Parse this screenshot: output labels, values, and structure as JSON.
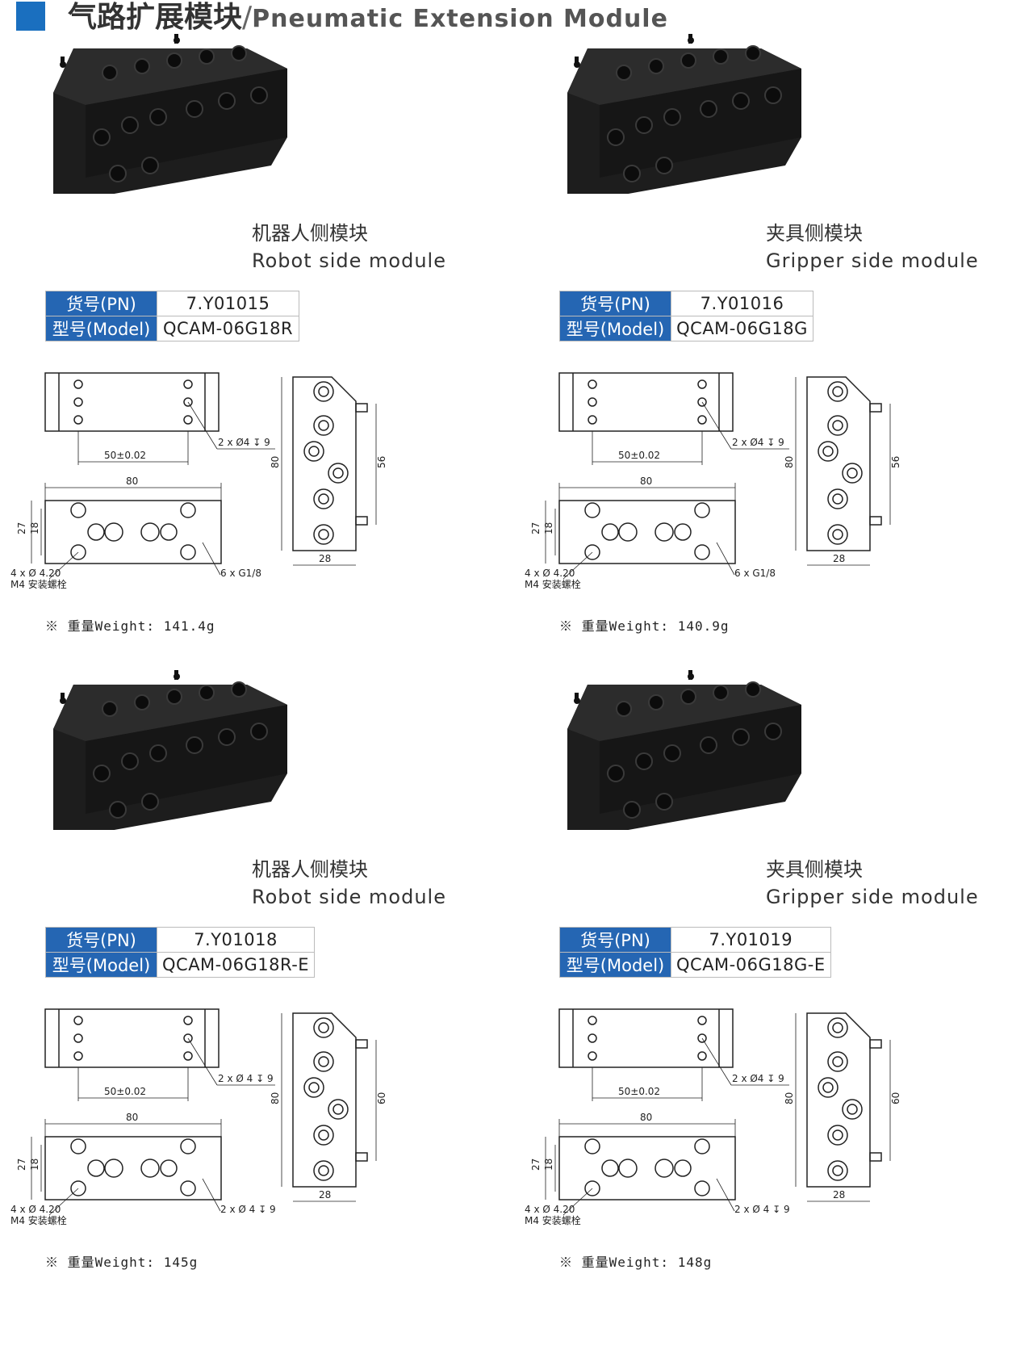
{
  "header": {
    "title_cn": "气路扩展模块",
    "separator": "/",
    "title_en": "Pneumatic Extension Module"
  },
  "labels": {
    "pn": "货号(PN)",
    "model": "型号(Model)",
    "weight_prefix": "※ 重量Weight: "
  },
  "modules": [
    {
      "name_cn": "机器人侧模块",
      "name_en": "Robot side module",
      "pn": "7.Y01015",
      "model": "QCAM-06G18R",
      "weight": "141.4g",
      "dims": {
        "length": "80",
        "spacing": "50±0.02",
        "hole": "2 x Ø4 ↧ 9",
        "height": "80",
        "pin_span": "56",
        "width": "28",
        "h27": "27",
        "h18": "18",
        "mount": "4 x Ø 4.20",
        "mount_note": "M4 安装螺栓",
        "ports": "6 x G1/8"
      }
    },
    {
      "name_cn": "夹具侧模块",
      "name_en": "Gripper side module",
      "pn": "7.Y01016",
      "model": "QCAM-06G18G",
      "weight": "140.9g",
      "dims": {
        "length": "80",
        "spacing": "50±0.02",
        "hole": "2 x Ø4 ↧ 9",
        "height": "80",
        "pin_span": "56",
        "width": "28",
        "h27": "27",
        "h18": "18",
        "mount": "4 x Ø 4.20",
        "mount_note": "M4 安装螺栓",
        "ports": "6 x G1/8"
      }
    },
    {
      "name_cn": "机器人侧模块",
      "name_en": "Robot side module",
      "pn": "7.Y01018",
      "model": "QCAM-06G18R-E",
      "weight": "145g",
      "dims": {
        "length": "80",
        "spacing": "50±0.02",
        "hole": "2 x Ø 4 ↧ 9",
        "height": "80",
        "pin_span": "60",
        "width": "28",
        "h27": "27",
        "h18": "18",
        "mount": "4 x Ø 4.20",
        "mount_note": "M4 安装螺栓",
        "side_hole": "2 x Ø 4 ↧ 9"
      }
    },
    {
      "name_cn": "夹具侧模块",
      "name_en": "Gripper side module",
      "pn": "7.Y01019",
      "model": "QCAM-06G18G-E",
      "weight": "148g",
      "dims": {
        "length": "80",
        "spacing": "50±0.02",
        "hole": "2 x Ø4 ↧ 9",
        "height": "80",
        "pin_span": "60",
        "width": "28",
        "h27": "27",
        "h18": "18",
        "mount": "4 x Ø 4.20",
        "mount_note": "M4 安装螺栓",
        "side_hole": "2 x Ø 4 ↧ 9"
      }
    }
  ]
}
